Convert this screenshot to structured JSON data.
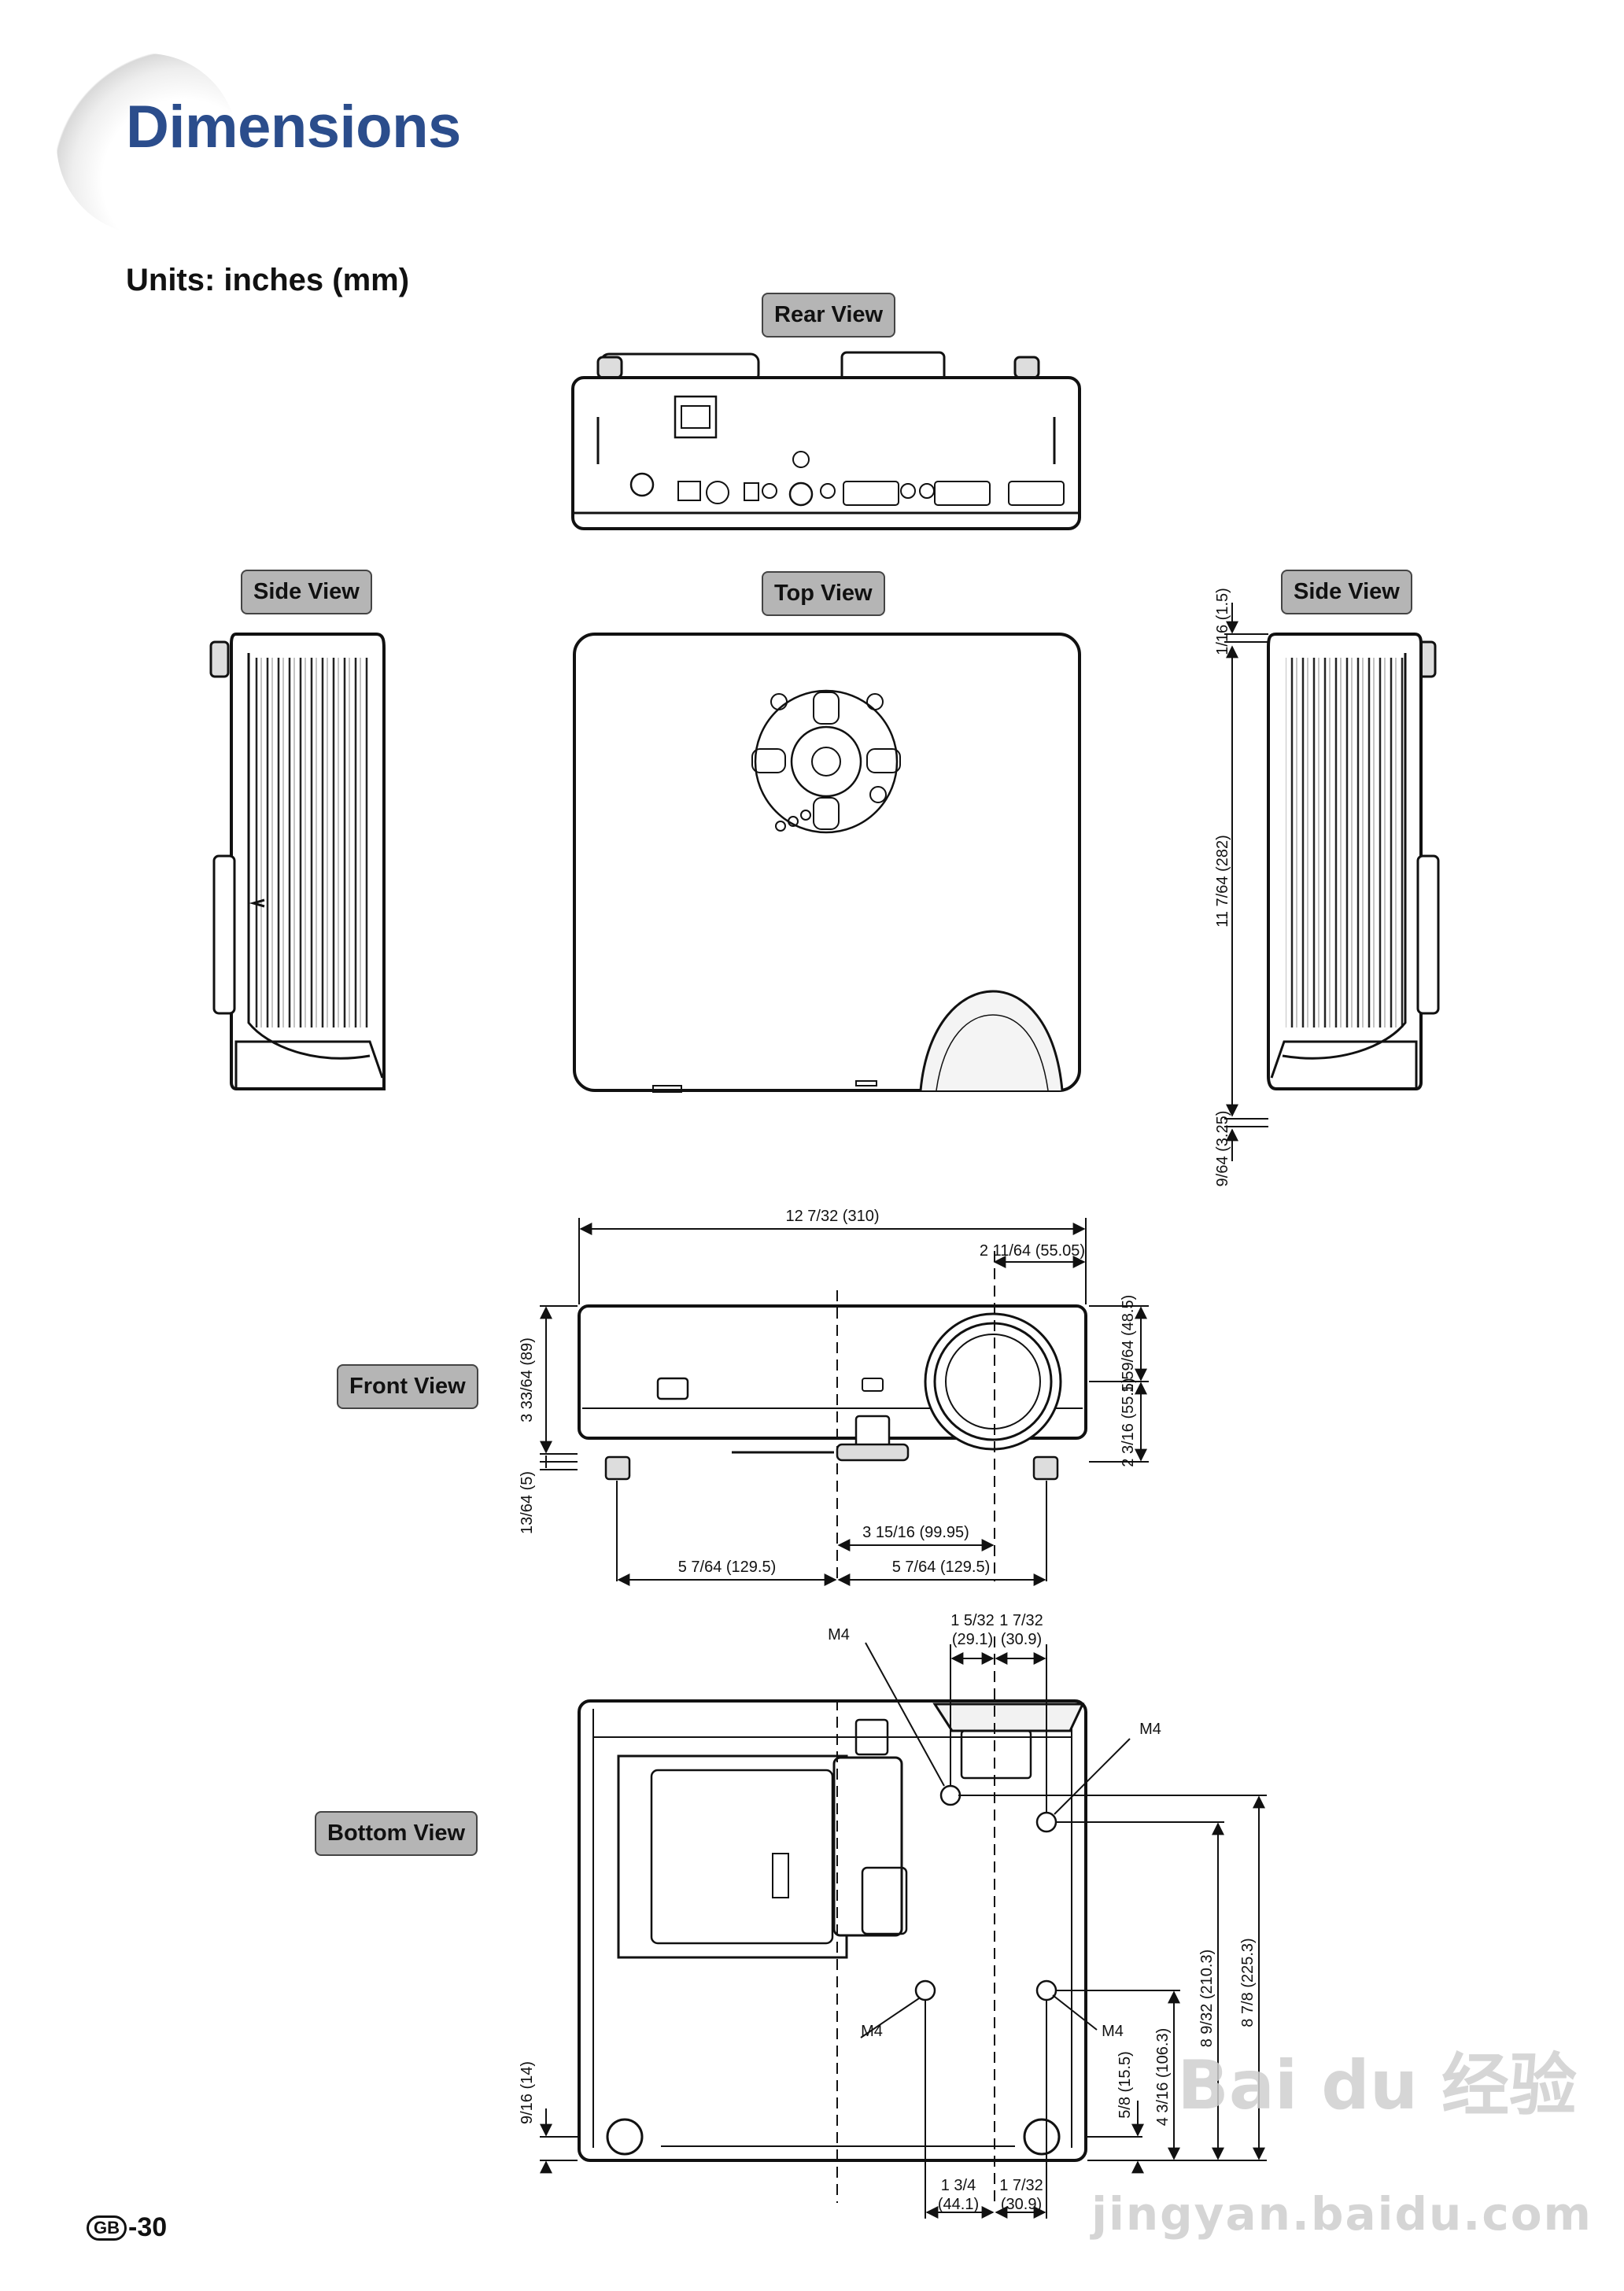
{
  "page": {
    "title": "Dimensions",
    "units": "Units: inches (mm)",
    "page_badge": "GB",
    "page_number": "-30"
  },
  "views": {
    "rear": "Rear View",
    "top": "Top View",
    "side_left": "Side View",
    "side_right": "Side View",
    "front": "Front View",
    "bottom": "Bottom View"
  },
  "dimensions": {
    "width": "12 7/32 (310)",
    "lens_offset_right": "2 11/64 (55.05)",
    "height_front": "3 33/64 (89)",
    "foot_height": "13/64 (5)",
    "lens_upper": "1 59/64 (48.5)",
    "lens_lower": "2 3/16 (55.5)",
    "lens_center": "3 15/16 (99.95)",
    "foot_left": "5 7/64 (129.5)",
    "foot_right": "5 7/64 (129.5)",
    "side_top": "1/16 (1.5)",
    "side_depth": "11 7/64 (282)",
    "side_bottom": "9/64 (3.25)",
    "m4_top_a": "1 5/32",
    "m4_top_a_mm": "(29.1)",
    "m4_top_b": "1 7/32",
    "m4_top_b_mm": "(30.9)",
    "m4_label": "M4",
    "depth_a": "8 9/32 (210.3)",
    "depth_b": "8 7/8 (225.3)",
    "depth_c": "4 3/16 (106.3)",
    "depth_d": "5/8 (15.5)",
    "bottom_edge": "9/16 (14)",
    "m4_bottom_a": "1 3/4",
    "m4_bottom_a_mm": "(44.1)",
    "m4_bottom_b": "1 7/32",
    "m4_bottom_b_mm": "(30.9)"
  },
  "watermark": {
    "brand": "Bai du 经验",
    "url": "jingyan.baidu.com"
  }
}
